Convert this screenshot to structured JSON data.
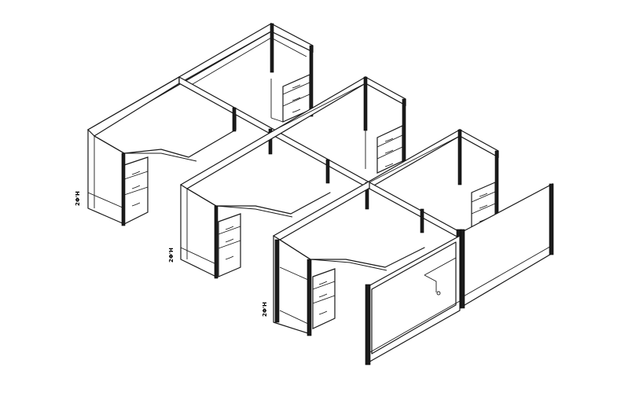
{
  "drawing": {
    "title": "",
    "dimension_labels": [
      {
        "id": "upper",
        "text": "2Φ'H"
      },
      {
        "id": "middle",
        "text": "2Φ'H"
      },
      {
        "id": "lower",
        "text": "2Φ'H"
      }
    ]
  },
  "colors": {
    "line": "#1a1a1a",
    "post": "#1c1c1c",
    "background": "#ffffff"
  }
}
